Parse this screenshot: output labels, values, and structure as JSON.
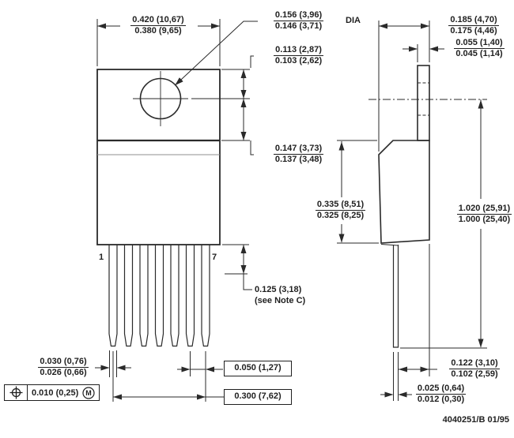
{
  "drawing": {
    "doc_code": "4040251/B 01/95",
    "front_view": {
      "pin_first_label": "1",
      "pin_last_label": "7"
    },
    "symbols": {
      "mmc_letter": "M"
    },
    "colors": {
      "line": "#2a2a2a",
      "text": "#1f1f1f",
      "light_line": "#8f8f8f"
    },
    "dimensions": {
      "body_width": {
        "upper": "0.420 (10,67)",
        "lower": "0.380 (9,65)"
      },
      "hole_diameter": {
        "upper": "0.156 (3,96)",
        "lower": "0.146 (3,71)",
        "suffix": "DIA"
      },
      "tab_top_to_hole_center": {
        "upper": "0.113 (2,87)",
        "lower": "0.103 (2,62)"
      },
      "hole_center_to_step": {
        "upper": "0.147 (3,73)",
        "lower": "0.137 (3,48)"
      },
      "body_height_below_step": {
        "upper": "0.335 (8,51)",
        "lower": "0.325 (8,25)"
      },
      "body_thickness": {
        "upper": "0.185 (4,70)",
        "lower": "0.175 (4,46)"
      },
      "tab_thickness": {
        "upper": "0.055 (1,40)",
        "lower": "0.045 (1,14)"
      },
      "overall_height": {
        "upper": "1.020 (25,91)",
        "lower": "1.000 (25,40)"
      },
      "lead_shoulder": {
        "value": "0.125 (3,18)",
        "note": "(see Note C)"
      },
      "lead_width": {
        "upper": "0.030 (0,76)",
        "lower": "0.026 (0,66)"
      },
      "lead_pitch": {
        "value": "0.050 (1,27)"
      },
      "lead_span": {
        "value": "0.300 (7,62)"
      },
      "true_position": {
        "value": "0.010 (0,25)"
      },
      "lead_to_back": {
        "upper": "0.122 (3,10)",
        "lower": "0.102 (2,59)"
      },
      "lead_thickness": {
        "upper": "0.025 (0,64)",
        "lower": "0.012 (0,30)"
      }
    }
  }
}
